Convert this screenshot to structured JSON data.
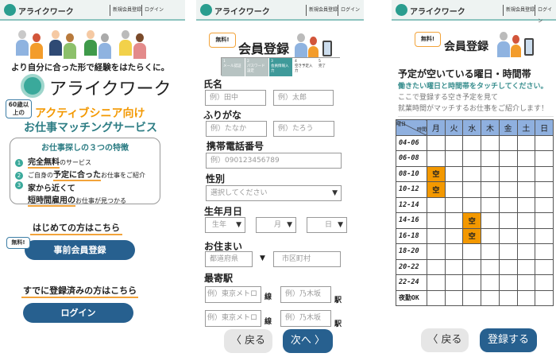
{
  "header": {
    "logo": "アライクワーク",
    "register": "新規会員登録",
    "login": "ログイン"
  },
  "colors": {
    "accent": "#27608f",
    "teal": "#2a9d8f",
    "orange": "#f39800",
    "header_bg": "#eef3f2"
  },
  "landing": {
    "tagline": "より自分に合った形で経験をはたらくに。",
    "brand": "アライクワーク",
    "age_badge": "60歳以上の",
    "headline1": "アクティブシニア向け",
    "headline2": "お仕事マッチングサービス",
    "features_title": "お仕事探しの３つの特徴",
    "features": [
      {
        "num": "1",
        "strong": "完全無料",
        "rest": "のサービス"
      },
      {
        "num": "2",
        "pre": "ご自身の",
        "strong": "予定に合った",
        "rest": "お仕事をご紹介"
      },
      {
        "num": "3",
        "pre": "家から近くて",
        "strong": "短時間雇用の",
        "rest": "お仕事が見つかる"
      }
    ],
    "first_time": "はじめての方はこちら",
    "free_badge": "無料!",
    "pre_register": "事前会員登録",
    "registered": "すでに登録済みの方はこちら",
    "login": "ログイン"
  },
  "register": {
    "free_badge": "無料!",
    "title": "会員登録",
    "steps": [
      {
        "num": "1",
        "label": "メール認証"
      },
      {
        "num": "2",
        "label": "パスワード設定"
      },
      {
        "num": "3",
        "label": "会員情報入力",
        "active": true
      },
      {
        "num": "4",
        "label": "空き予定入力"
      },
      {
        "num": "5",
        "label": "完了"
      }
    ],
    "name_label": "氏名",
    "last_name_ph": "例）田中",
    "first_name_ph": "例）太郎",
    "kana_label": "ふりがな",
    "last_kana_ph": "例）たなか",
    "first_kana_ph": "例）たろう",
    "phone_label": "携帯電話番号",
    "phone_ph": "例）090123456789",
    "gender_label": "性別",
    "gender_ph": "選択してください",
    "birth_label": "生年月日",
    "year": "生年",
    "month": "月",
    "day": "日",
    "address_label": "お住まい",
    "pref_ph": "都道府県",
    "city_ph": "市区町村",
    "station_label": "最寄駅",
    "line_ph": "例）東京メトロ",
    "line_suffix": "線",
    "station_ph": "例）乃木坂",
    "station_suffix": "駅",
    "back": "〈 戻る",
    "next": "次へ 〉"
  },
  "schedule": {
    "free_badge": "無料!",
    "title": "会員登録",
    "heading": "予定が空いている曜日・時間帯",
    "instruction": "働きたい曜日と時間帯をタッチしてください。",
    "desc1": "ここで登録する空き予定を見て",
    "desc2": "就業時間がマッチするお仕事をご紹介します！",
    "corner_day": "曜日",
    "corner_time": "時間",
    "days": [
      "月",
      "火",
      "水",
      "木",
      "金",
      "土",
      "日"
    ],
    "slots": [
      "04-06",
      "06-08",
      "08-10",
      "10-12",
      "12-14",
      "14-16",
      "16-18",
      "18-20",
      "20-22",
      "22-24",
      "夜勤OK"
    ],
    "available_mark": "空",
    "available": {
      "月": [
        "08-10",
        "10-12"
      ],
      "水": [
        "14-16",
        "16-18"
      ]
    },
    "back": "〈 戻る",
    "submit": "登録する"
  }
}
